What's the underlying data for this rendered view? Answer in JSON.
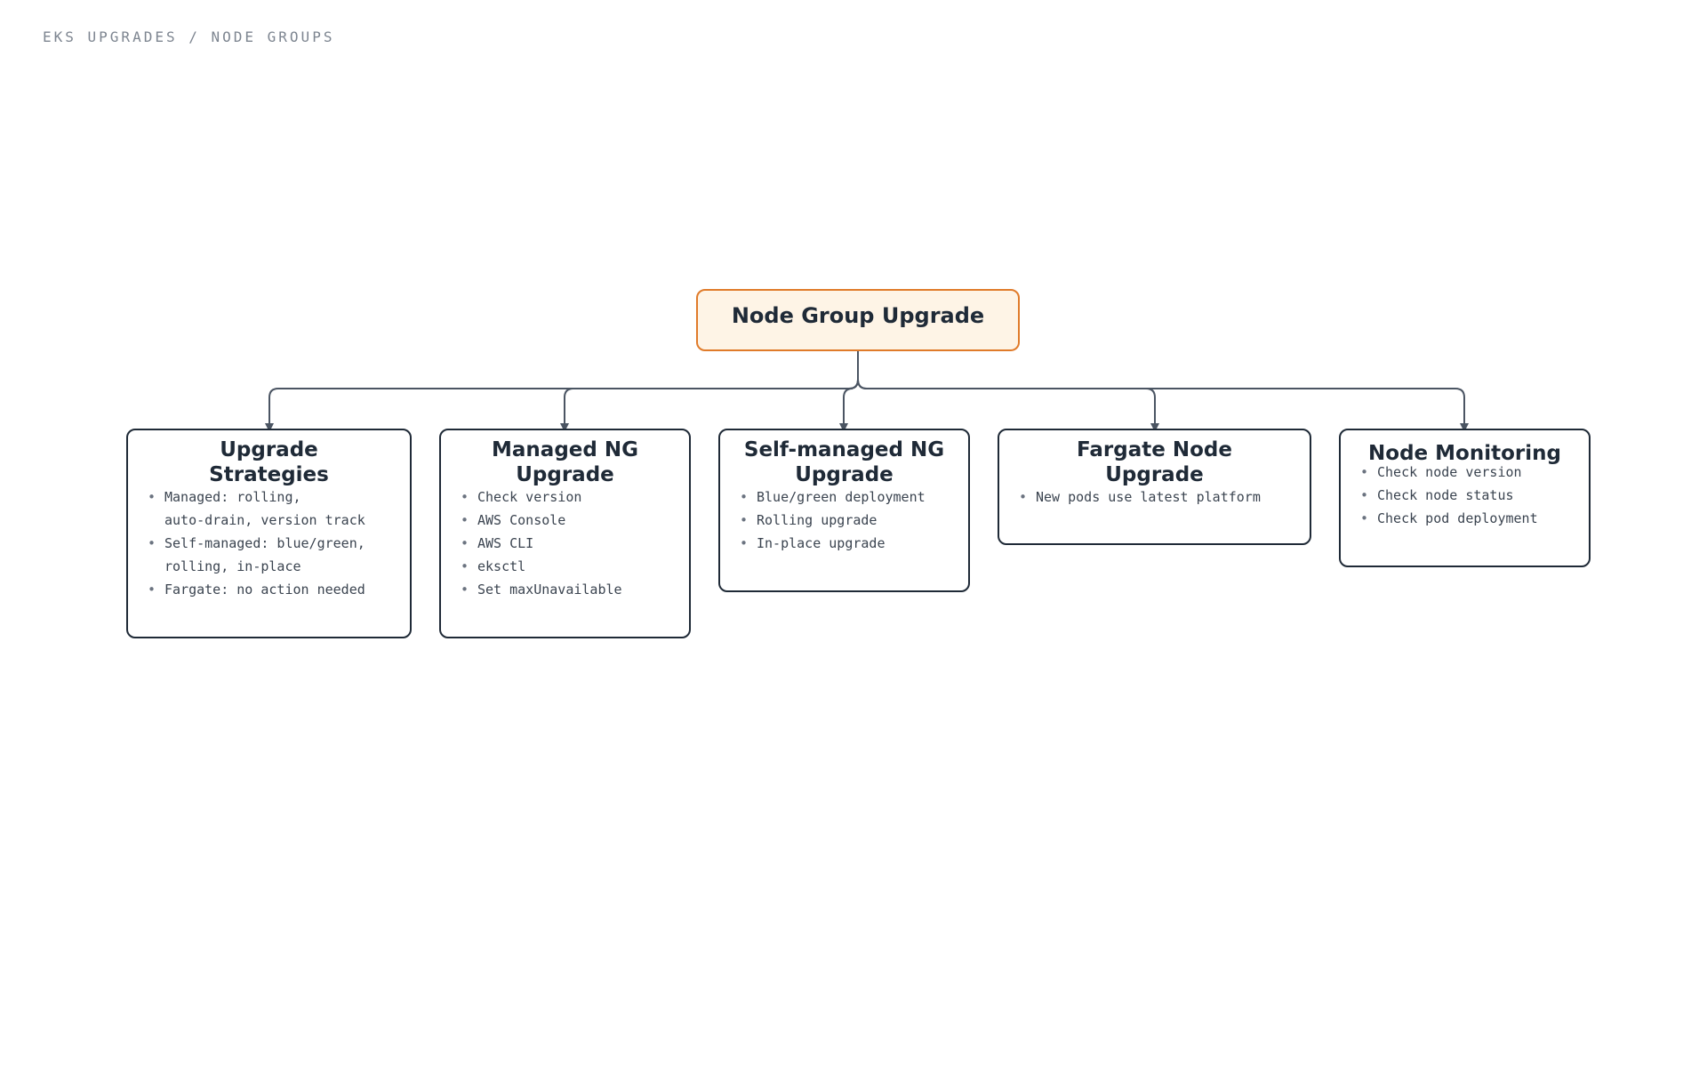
{
  "header": {
    "breadcrumb": "EKS UPGRADES / NODE GROUPS"
  },
  "colors": {
    "root_border": "#e07b2a",
    "root_fill": "#fef4e6",
    "node_border": "#1f2a37",
    "connector": "#4b5563",
    "breadcrumb_text": "#7d8590"
  },
  "root": {
    "title": "Node Group Upgrade"
  },
  "children": [
    {
      "title_line1": "Upgrade",
      "title_line2": "Strategies",
      "items": [
        "Managed: rolling,\nauto-drain, version track",
        "Self-managed: blue/green,\nrolling, in-place",
        "Fargate: no action needed"
      ]
    },
    {
      "title_line1": "Managed NG",
      "title_line2": "Upgrade",
      "items": [
        "Check version",
        "AWS Console",
        "AWS CLI",
        "eksctl",
        "Set maxUnavailable"
      ]
    },
    {
      "title_line1": "Self-managed NG",
      "title_line2": "Upgrade",
      "items": [
        "Blue/green deployment",
        "Rolling upgrade",
        "In-place upgrade"
      ]
    },
    {
      "title_line1": "Fargate Node",
      "title_line2": "Upgrade",
      "items": [
        "New pods use latest platform"
      ]
    },
    {
      "title_line1": "Node Monitoring",
      "title_line2": "",
      "items": [
        "Check node version",
        "Check node status",
        "Check pod deployment"
      ]
    }
  ]
}
